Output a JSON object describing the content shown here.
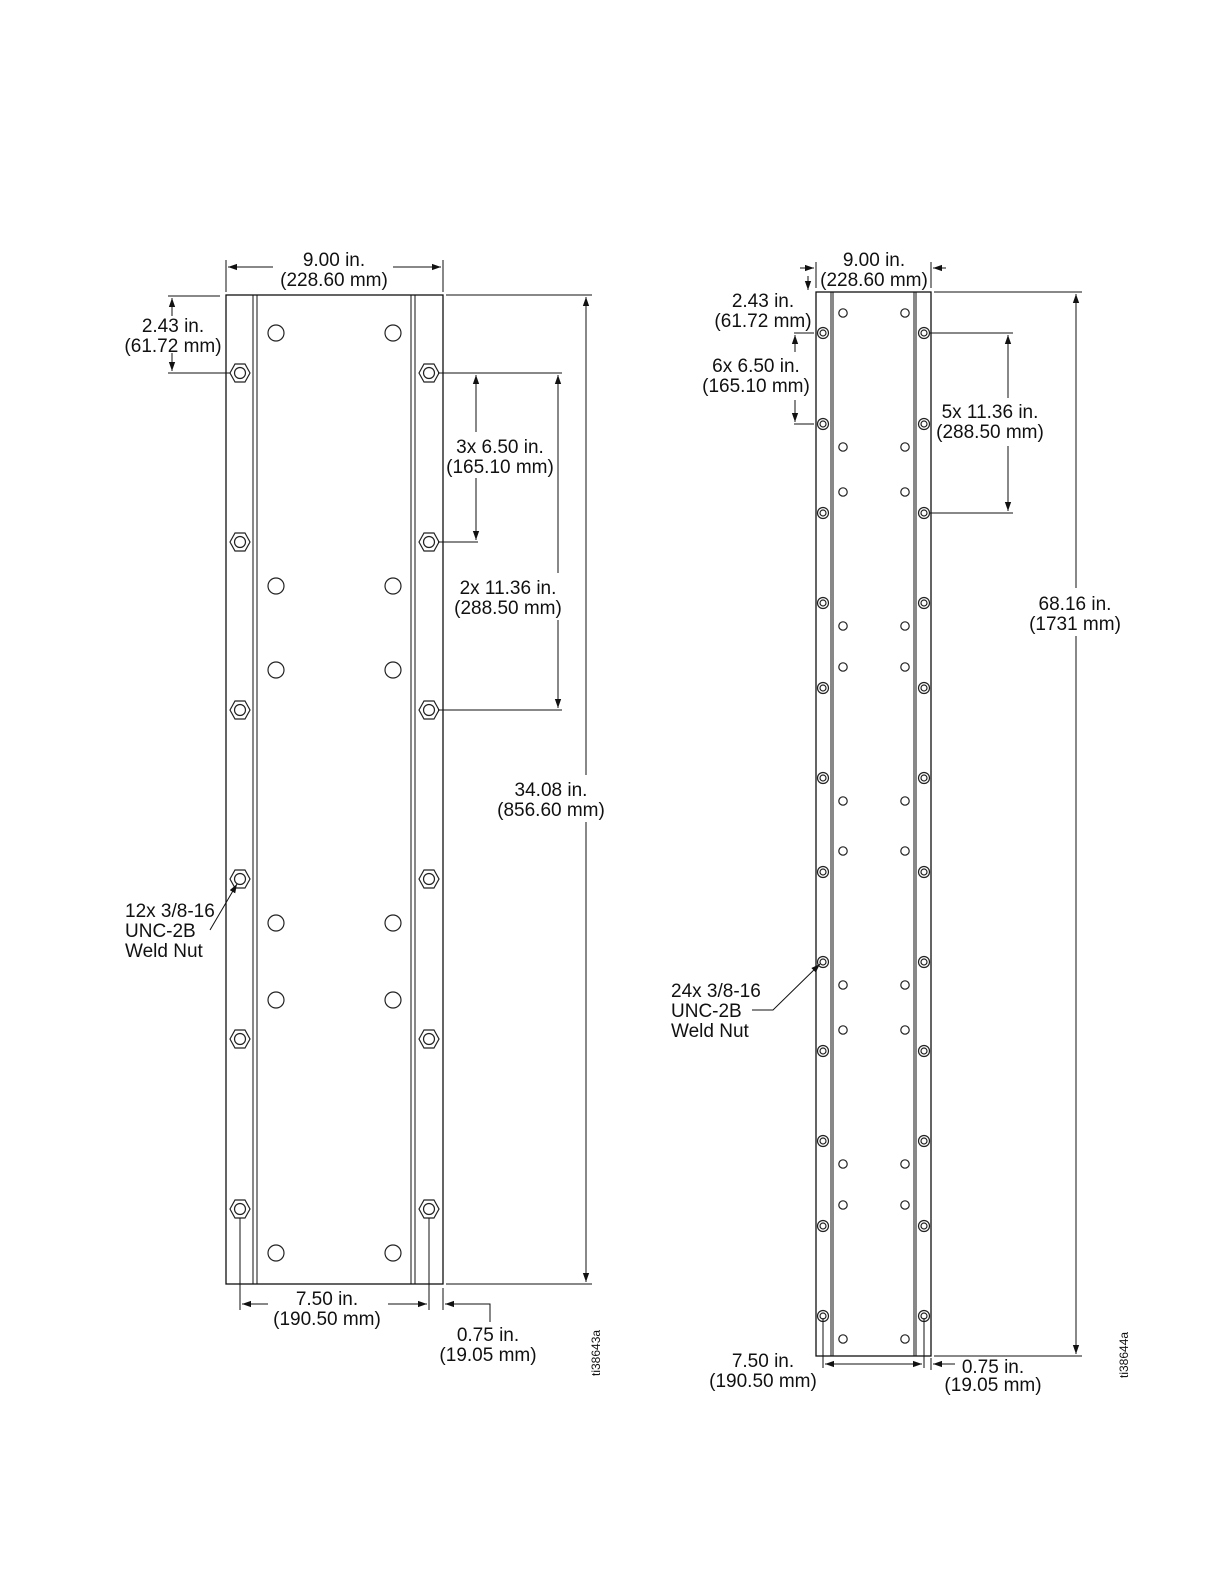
{
  "left": {
    "width": {
      "in": "9.00 in.",
      "mm": "(228.60 mm)"
    },
    "top_offset": {
      "in": "2.43 in.",
      "mm": "(61.72 mm)"
    },
    "spacing_short": {
      "in": "3x 6.50 in.",
      "mm": "(165.10 mm)"
    },
    "spacing_long": {
      "in": "2x 11.36 in.",
      "mm": "(288.50 mm)"
    },
    "height": {
      "in": "34.08 in.",
      "mm": "(856.60 mm)"
    },
    "callout": {
      "line1": "12x 3/8-16",
      "line2": "UNC-2B",
      "line3": "Weld Nut"
    },
    "inner_width": {
      "in": "7.50 in.",
      "mm": "(190.50 mm)"
    },
    "flange": {
      "in": "0.75 in.",
      "mm": "(19.05 mm)"
    },
    "ref_id": "ti38643a"
  },
  "right": {
    "width": {
      "in": "9.00 in.",
      "mm": "(228.60 mm)"
    },
    "top_offset": {
      "in": "2.43 in.",
      "mm": "(61.72 mm)"
    },
    "spacing_short": {
      "in": "6x 6.50 in.",
      "mm": "(165.10 mm)"
    },
    "spacing_long": {
      "in": "5x 11.36 in.",
      "mm": "(288.50 mm)"
    },
    "height": {
      "in": "68.16 in.",
      "mm": "(1731 mm)"
    },
    "callout": {
      "line1": "24x 3/8-16",
      "line2": "UNC-2B",
      "line3": "Weld Nut"
    },
    "inner_width": {
      "in": "7.50 in.",
      "mm": "(190.50 mm)"
    },
    "flange": {
      "in": "0.75 in.",
      "mm": "(19.05 mm)"
    },
    "ref_id": "ti38644a"
  }
}
